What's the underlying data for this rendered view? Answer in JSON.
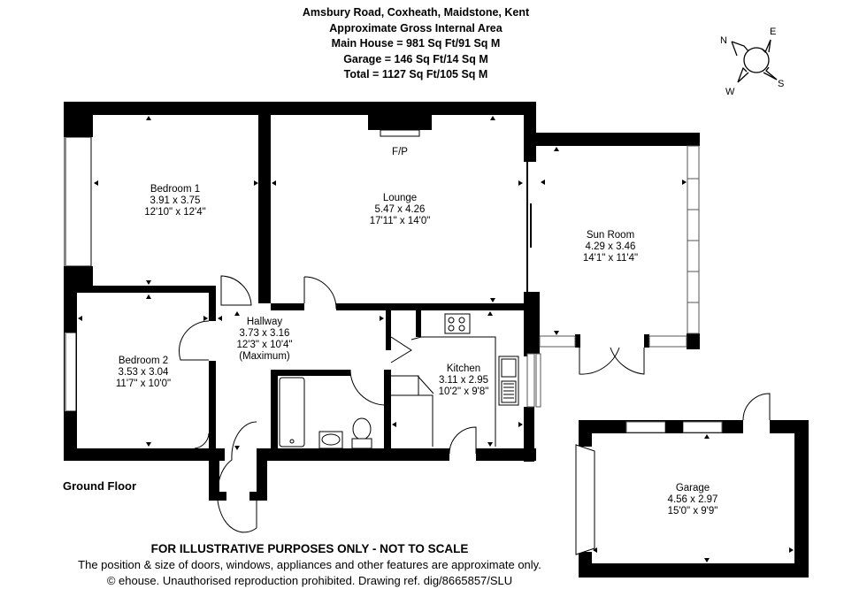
{
  "header": {
    "address": "Amsbury Road, Coxheath, Maidstone, Kent",
    "area_title": "Approximate Gross Internal Area",
    "main_house": "Main House = 981 Sq Ft/91 Sq M",
    "garage": "Garage = 146 Sq Ft/14 Sq M",
    "total": "Total = 1127 Sq Ft/105 Sq M"
  },
  "compass": {
    "icon": "compass-icon",
    "n": "N",
    "e": "E",
    "s": "S",
    "w": "W"
  },
  "floor_label": "Ground Floor",
  "rooms": {
    "bedroom1": {
      "name": "Bedroom 1",
      "metric": "3.91 x 3.75",
      "imperial": "12'10\" x 12'4\""
    },
    "lounge": {
      "name": "Lounge",
      "metric": "5.47 x 4.26",
      "imperial": "17'11\" x 14'0\"",
      "feature": "F/P"
    },
    "sun_room": {
      "name": "Sun Room",
      "metric": "4.29 x 3.46",
      "imperial": "14'1\" x 11'4\""
    },
    "hallway": {
      "name": "Hallway",
      "metric": "3.73 x 3.16",
      "imperial": "12'3\" x 10'4\"",
      "note": "(Maximum)"
    },
    "bedroom2": {
      "name": "Bedroom 2",
      "metric": "3.53 x 3.04",
      "imperial": "11'7\" x 10'0\""
    },
    "kitchen": {
      "name": "Kitchen",
      "metric": "3.11 x 2.95",
      "imperial": "10'2\" x 9'8\""
    },
    "garage": {
      "name": "Garage",
      "metric": "4.56 x 2.97",
      "imperial": "15'0\" x 9'9\""
    }
  },
  "footer": {
    "title": "FOR ILLUSTRATIVE PURPOSES ONLY - NOT TO SCALE",
    "line1": "The position & size of doors, windows, appliances and other features are approximate only.",
    "line2": "© ehouse. Unauthorised reproduction prohibited. Drawing ref. dig/8665857/SLU"
  },
  "colors": {
    "wall": "#000000",
    "background": "#ffffff",
    "window": "#888888"
  }
}
